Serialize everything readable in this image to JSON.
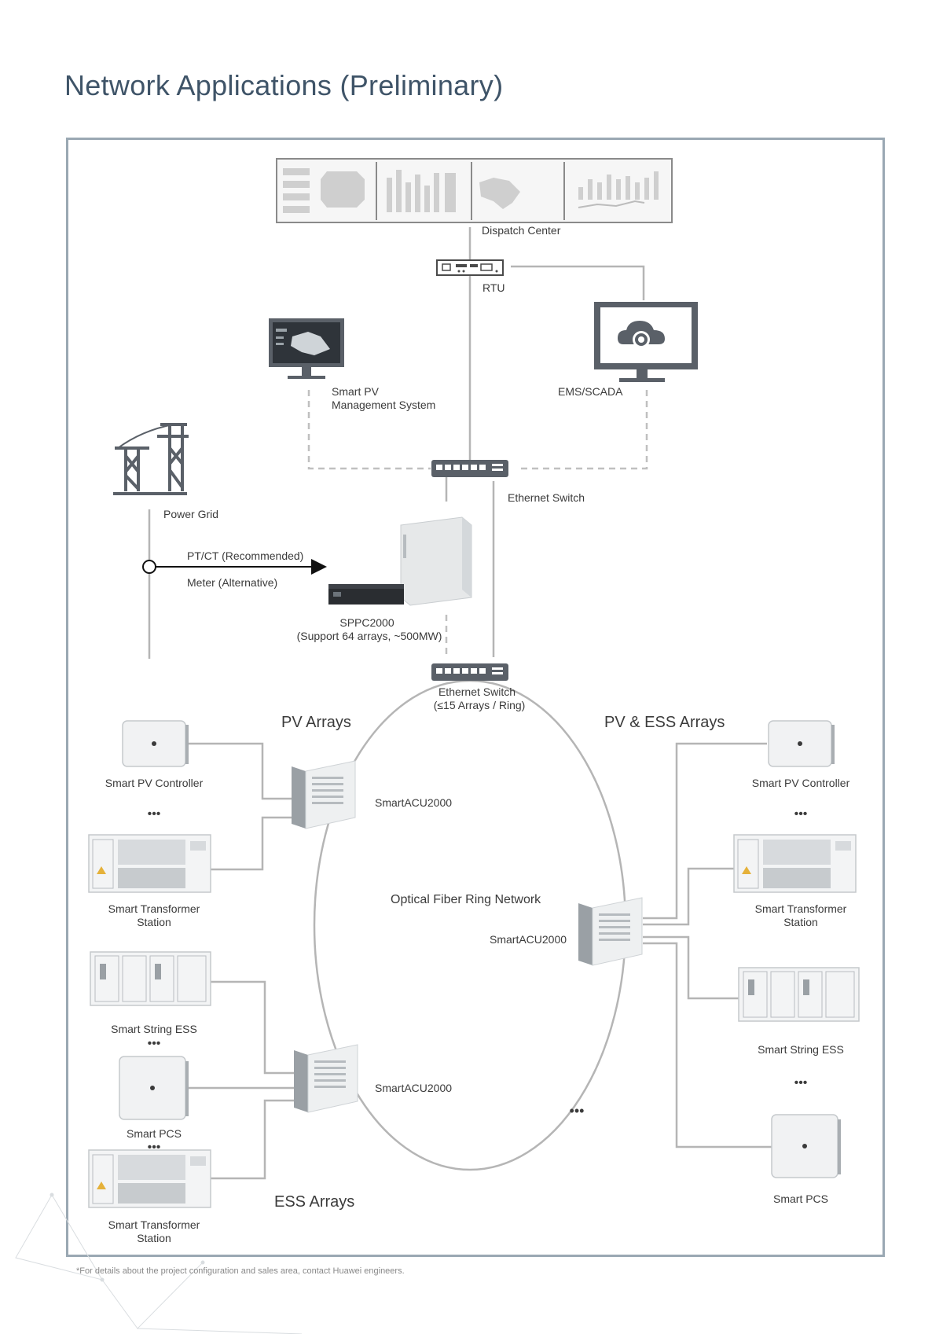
{
  "title": "Network Applications (Preliminary)",
  "labels": {
    "dispatch_center": "Dispatch Center",
    "rtu": "RTU",
    "smart_pv_mgmt_line1": "Smart PV",
    "smart_pv_mgmt_line2": "Management System",
    "ems_scada": "EMS/SCADA",
    "ethernet_switch_top": "Ethernet Switch",
    "power_grid": "Power Grid",
    "ptct": "PT/CT (Recommended)",
    "meter": "Meter (Alternative)",
    "sppc_line1": "SPPC2000",
    "sppc_line2": "(Support 64 arrays, ~500MW)",
    "ethernet_switch_ring_line1": "Ethernet Switch",
    "ethernet_switch_ring_line2": "(≤15 Arrays / Ring)",
    "pv_arrays": "PV Arrays",
    "pv_ess_arrays": "PV & ESS Arrays",
    "ess_arrays": "ESS Arrays",
    "optical_ring": "Optical Fiber Ring Network",
    "acu_1": "SmartACU2000",
    "acu_2": "SmartACU2000",
    "acu_3": "SmartACU2000",
    "left_pv_controller": "Smart PV Controller",
    "left_transformer_1_line1": "Smart Transformer",
    "left_transformer_1_line2": "Station",
    "left_string_ess": "Smart String ESS",
    "left_pcs": "Smart PCS",
    "left_transformer_2_line1": "Smart Transformer",
    "left_transformer_2_line2": "Station",
    "right_pv_controller": "Smart PV Controller",
    "right_transformer_line1": "Smart Transformer",
    "right_transformer_line2": "Station",
    "right_string_ess": "Smart String ESS",
    "right_pcs": "Smart PCS",
    "ellipsis": "•••"
  },
  "footnote": "*For details about the project configuration and sales area, contact Huawei engineers.",
  "colors": {
    "title": "#3f5468",
    "frame": "#9aa8b3",
    "line": "#b5b5b5",
    "dashed": "#c0c0c0",
    "device_dark": "#5a6068",
    "device_light": "#eef0f1"
  }
}
